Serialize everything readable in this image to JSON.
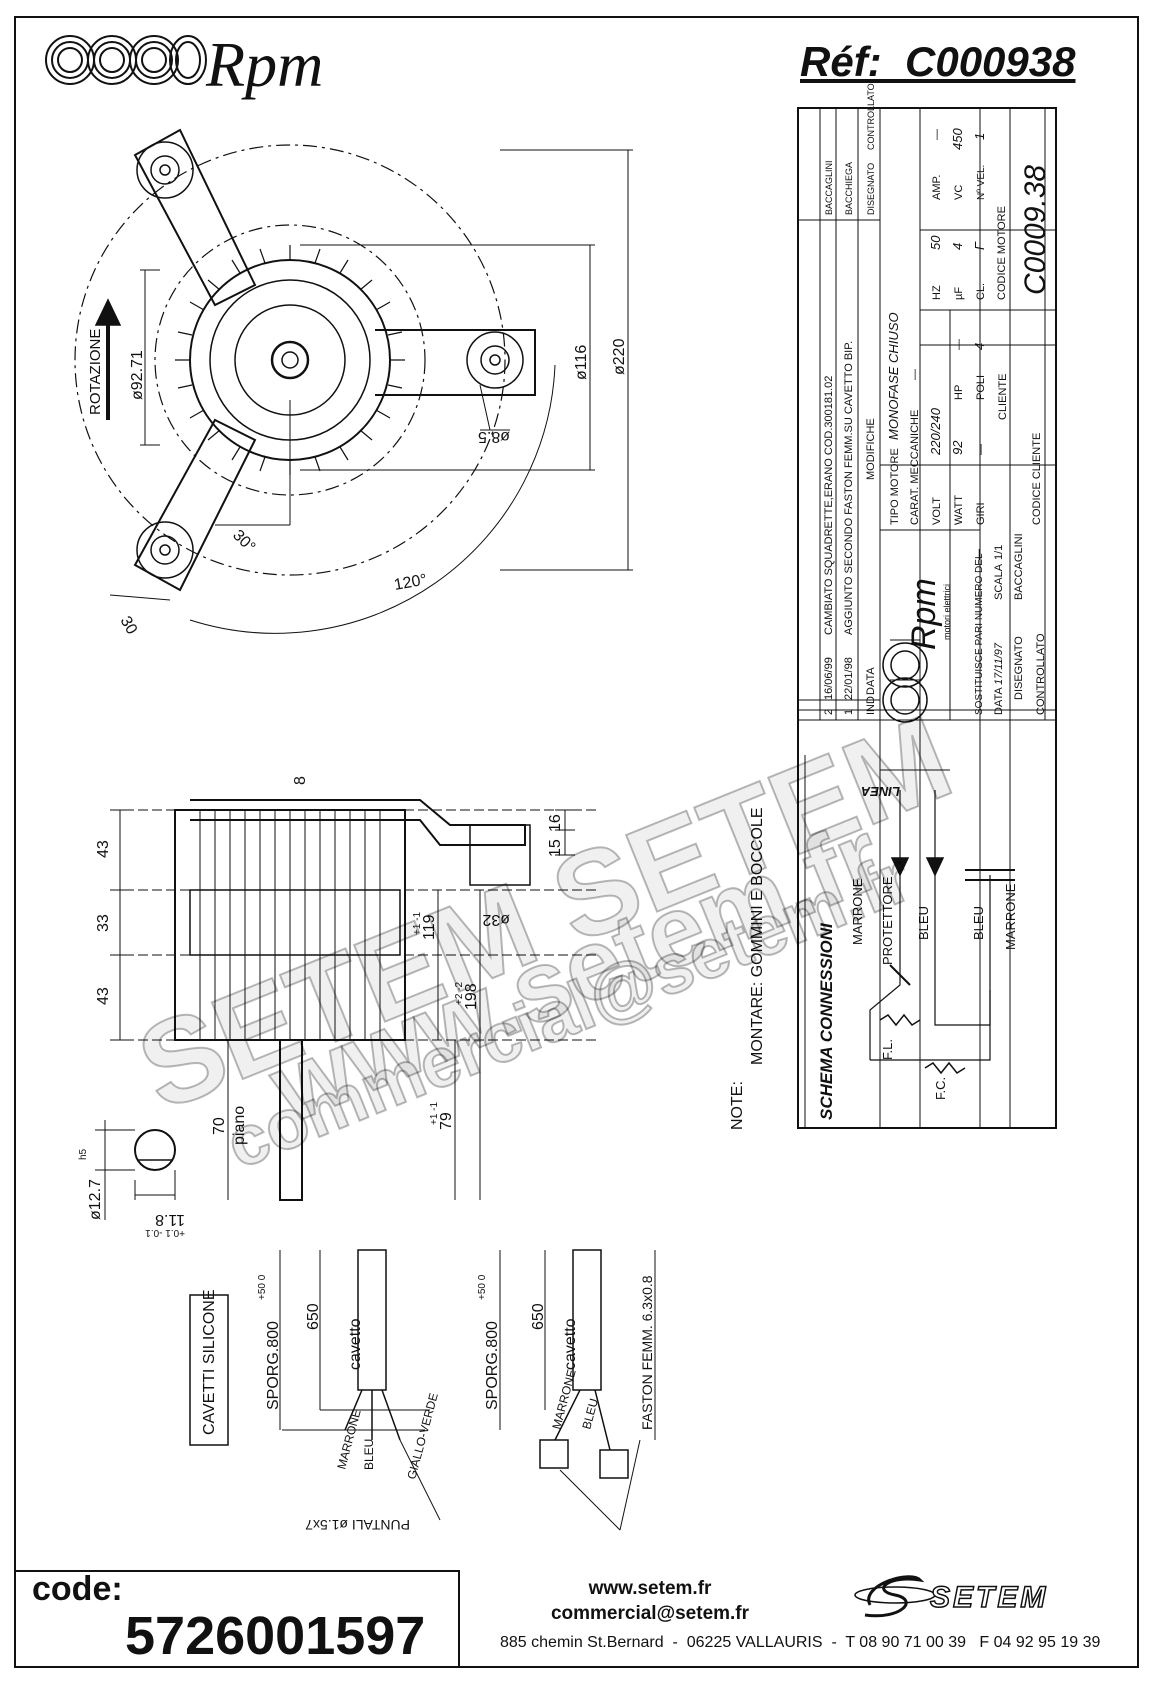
{
  "header": {
    "brand": "Rpm",
    "reference": "Réf:  C000938"
  },
  "drawing": {
    "rotation_label": "ROTAZIONE",
    "dim_92_71": "ø92.71",
    "dim_116": "ø116",
    "dim_220": "ø220",
    "dim_8_5": "ø8.5",
    "angle_30": "30°",
    "angle_120": "120°",
    "dim_30": "30",
    "dim_8": "8",
    "dim_43a": "43",
    "dim_33": "33",
    "dim_43b": "43",
    "dim_16": "16",
    "dim_15": "15",
    "dim_32": "ø32",
    "dim_119": "119",
    "dim_119_tol": "+1 -1",
    "dim_198": "198",
    "dim_198_tol": "+2 -2",
    "dim_79": "79",
    "dim_79_tol": "+1 -1",
    "dim_70": "70",
    "piano": "piano",
    "shaft_dia": "ø12.7",
    "shaft_tol": "h5",
    "shaft_flat": "11.8",
    "shaft_flat_tol": "+0.1 -0.1",
    "cavetti": "CAVETTI SILICONE",
    "sporg_1": "SPORG.800",
    "sporg_2": "SPORG.800",
    "sporg_tol": "+50 0",
    "len_650_1": "650",
    "len_650_2": "650",
    "cavetto_1": "cavetto",
    "cavetto_2": "cavetto",
    "wire_marrone_1": "MARRONE",
    "wire_bleu_1": "BLEU",
    "wire_giallo": "GIALLO-VERDE",
    "puntali": "PUNTALI ø1.5x7",
    "wire_marrone_2": "MARRONE",
    "wire_bleu_2": "BLEU",
    "faston": "FASTON FEMM. 6.3x0.8",
    "note_label": "NOTE:",
    "note_text": "MONTARE: GOMMINI E BOCCOLE"
  },
  "title_block": {
    "revisions": [
      {
        "ind": "2",
        "data": "16/06/99",
        "modifiche": "CAMBIATO SQUADRETTE,ERANO COD.300181.02",
        "sig1": "BACCAGLINI"
      },
      {
        "ind": "1",
        "data": "22/01/98",
        "modifiche": "AGGIUNTO SECONDO FASTON FEMM.SU CAVETTO BIP.",
        "sig1": "BACCHIEGA"
      }
    ],
    "h_ind": "IND",
    "h_data": "DATA",
    "h_modifiche": "MODIFICHE",
    "h_disegnato": "DISEGNATO",
    "h_controllato": "CONTROLLATO",
    "tipo_motore_label": "TIPO MOTORE",
    "tipo_motore": "MONOFASE CHIUSO",
    "carat_label": "CARAT. MECCANICHE",
    "carat_value": "—",
    "volt_label": "VOLT",
    "volt": "220/240",
    "hz_label": "HZ",
    "hz": "50",
    "amp_label": "AMP.",
    "amp": "—",
    "watt_label": "WATT",
    "watt": "92",
    "hp_label": "HP",
    "hp": "—",
    "uf_label": "µF",
    "uf": "4",
    "vc_label": "VC",
    "vc": "450",
    "giri_label": "GIRI",
    "giri": "—",
    "poli_label": "POLI",
    "poli": "4",
    "cl_label": "CL.",
    "cl": "F",
    "nvel_label": "Nº VEL.",
    "nvel": "1",
    "cliente_label": "CLIENTE",
    "codice_motore_label": "CODICE MOTORE",
    "codice_motore": "C0009.38",
    "codice_cliente_label": "CODICE CLIENTE",
    "brand_small": "Rpm",
    "brand_sub": "motori elettrici",
    "sostituisce": "SOSTITUISCE PARI NUMERO DEL",
    "sostituisce_val": "—",
    "data_label": "DATA",
    "data_val": "17/11/97",
    "scala_label": "SCALA",
    "scala_val": "1/1",
    "disegnato_label": "DISEGNATO",
    "disegnato_val": "BACCAGLINI",
    "controllato_label": "CONTROLLATO"
  },
  "schema": {
    "title": "SCHEMA CONNESSIONI",
    "linea": "LINEA",
    "marrone": "MARRONE",
    "protettore": "PROTETTORE",
    "bleu_1": "BLEU",
    "bleu_2": "BLEU",
    "marrone_2": "MARRONE",
    "fl": "F.L.",
    "fc": "F.C."
  },
  "watermark": {
    "line1": "www.setem.fr",
    "line2": "SETEM SETEM",
    "line3": "commercial@setem.fr"
  },
  "footer": {
    "code_label": "code:",
    "code_value": "5726001597",
    "website": "www.setem.fr",
    "email": "commercial@setem.fr",
    "address": "885 chemin St.Bernard  -  06225 VALLAURIS  -  T 08 90 71 00 39   F 04 92 95 19 39",
    "setem_brand": "SETEM"
  }
}
